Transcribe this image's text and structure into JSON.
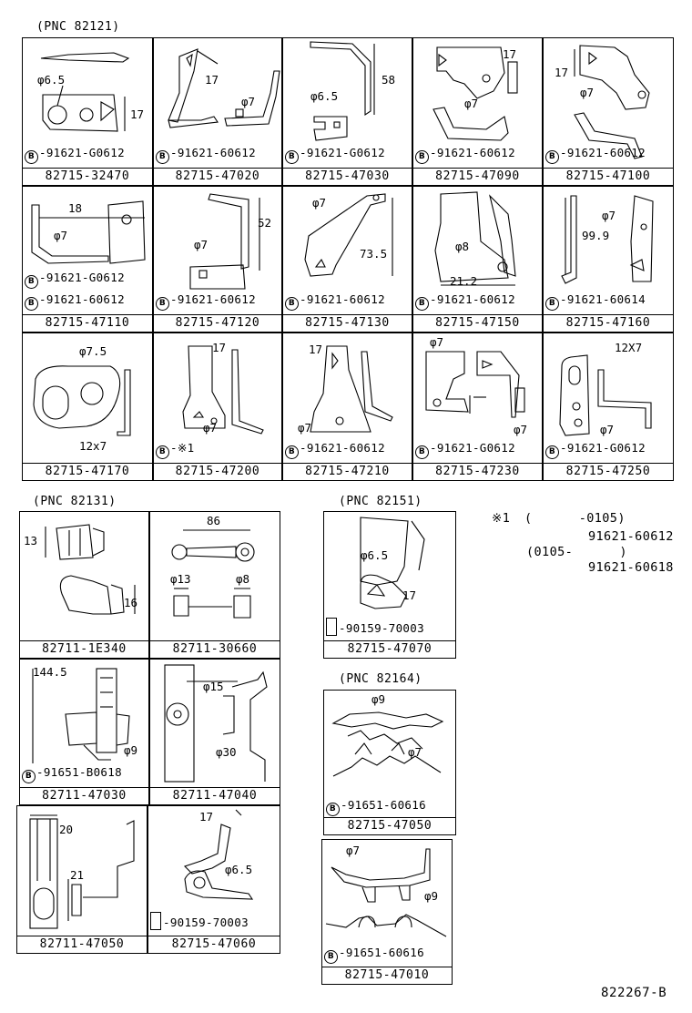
{
  "groups": {
    "g1": "(PNC 82121)",
    "g2": "(PNC 82131)",
    "g3": "(PNC 82151)",
    "g4": "(PNC 82164)"
  },
  "cells": [
    {
      "pn": "82715-32470",
      "bolts": [
        "91621-G0612"
      ],
      "dims": [
        "φ6.5",
        "17"
      ]
    },
    {
      "pn": "82715-47020",
      "bolts": [
        "91621-60612"
      ],
      "dims": [
        "17",
        "φ7"
      ]
    },
    {
      "pn": "82715-47030",
      "bolts": [
        "91621-G0612"
      ],
      "dims": [
        "φ6.5",
        "58"
      ]
    },
    {
      "pn": "82715-47090",
      "bolts": [
        "91621-60612"
      ],
      "dims": [
        "17",
        "φ7"
      ]
    },
    {
      "pn": "82715-47100",
      "bolts": [
        "91621-60612"
      ],
      "dims": [
        "17",
        "φ7"
      ]
    },
    {
      "pn": "82715-47110",
      "bolts": [
        "91621-G0612",
        "91621-60612"
      ],
      "dims": [
        "18",
        "φ7"
      ]
    },
    {
      "pn": "82715-47120",
      "bolts": [
        "91621-60612"
      ],
      "dims": [
        "φ7",
        "52"
      ]
    },
    {
      "pn": "82715-47130",
      "bolts": [
        "91621-60612"
      ],
      "dims": [
        "φ7",
        "73.5"
      ]
    },
    {
      "pn": "82715-47150",
      "bolts": [
        "91621-60612"
      ],
      "dims": [
        "φ8",
        "21.2"
      ]
    },
    {
      "pn": "82715-47160",
      "bolts": [
        "91621-60614"
      ],
      "dims": [
        "φ7",
        "99.9"
      ]
    },
    {
      "pn": "82715-47170",
      "bolts": [],
      "dims": [
        "φ7.5",
        "12x7"
      ]
    },
    {
      "pn": "82715-47200",
      "bolts": [
        "※1"
      ],
      "dims": [
        "17",
        "φ7"
      ]
    },
    {
      "pn": "82715-47210",
      "bolts": [
        "91621-60612"
      ],
      "dims": [
        "17",
        "φ7"
      ]
    },
    {
      "pn": "82715-47230",
      "bolts": [
        "91621-G0612"
      ],
      "dims": [
        "φ7",
        "φ7"
      ]
    },
    {
      "pn": "82715-47250",
      "bolts": [
        "91621-G0612"
      ],
      "dims": [
        "12X7",
        "φ7"
      ]
    },
    {
      "pn": "82711-1E340",
      "bolts": [],
      "dims": [
        "13",
        "16"
      ]
    },
    {
      "pn": "82711-30660",
      "bolts": [],
      "dims": [
        "86",
        "φ13",
        "φ8"
      ]
    },
    {
      "pn": "82711-47030",
      "bolts": [
        "91651-B0618"
      ],
      "dims": [
        "144.5",
        "φ9"
      ]
    },
    {
      "pn": "82711-47040",
      "bolts": [],
      "dims": [
        "φ15",
        "φ30"
      ]
    },
    {
      "pn": "82711-47050",
      "bolts": [],
      "dims": [
        "20",
        "21"
      ]
    },
    {
      "pn": "82715-47060",
      "bolts": [
        "90159-70003"
      ],
      "dims": [
        "17",
        "φ6.5"
      ]
    },
    {
      "pn": "82715-47070",
      "bolts": [
        "90159-70003"
      ],
      "dims": [
        "φ6.5",
        "17"
      ]
    },
    {
      "pn": "82715-47050",
      "bolts": [
        "91651-60616"
      ],
      "dims": [
        "φ9",
        "φ7"
      ]
    },
    {
      "pn": "82715-47010",
      "bolts": [
        "91651-60616"
      ],
      "dims": [
        "φ7",
        "φ9"
      ]
    }
  ],
  "notes": {
    "mark": "※1",
    "l1": "(      -0105)",
    "l2": "91621-60612",
    "l3": "(0105-      )",
    "l4": "91621-60618"
  },
  "bolt_symbol": "B",
  "ref": "822267-B"
}
